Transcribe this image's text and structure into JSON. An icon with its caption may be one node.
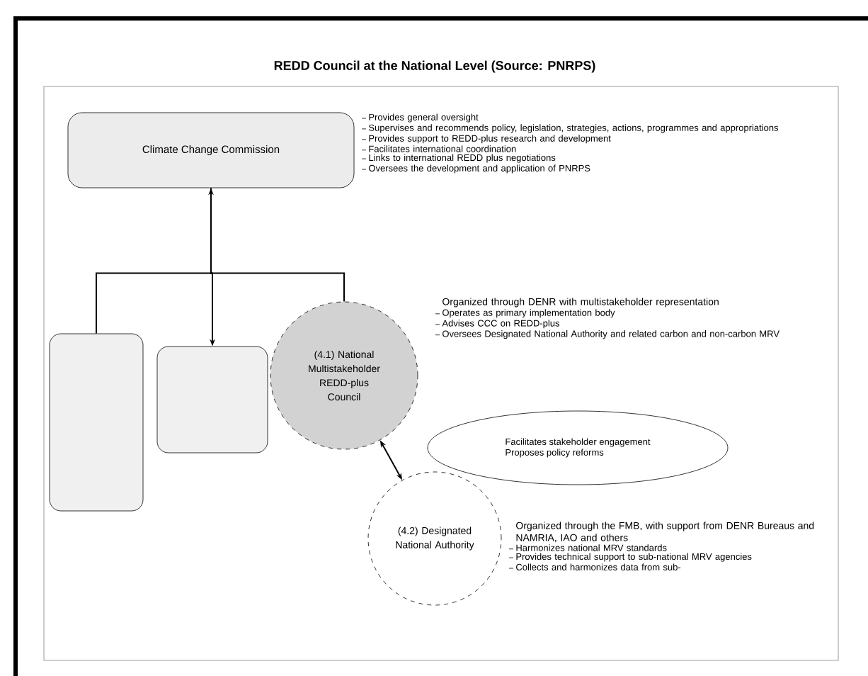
{
  "diagram": {
    "title": "REDD Council at the National Level (Source: PNRPS)",
    "nodes": [
      {
        "text": [
          "Climate Change Commission"
        ],
        "beside": [
          "Provides general oversight",
          "Supervises and recommends policy, legislation, strategies, actions, programmes and appropriations",
          "Provides support to REDD-plus research and development",
          "Facilitates international coordination",
          "Links to international REDD plus negotiations",
          "Oversees the development and application of PNRPS"
        ]
      },
      {
        "text": [],
        "shape": "box"
      },
      {
        "text": [],
        "shape": "box"
      },
      {
        "text": [
          "(4.1) National Multistakeholder REDD-plus Council"
        ],
        "beside": [
          "Organized through DENR with multistakeholder representation",
          "Operates as primary implementation body",
          "Advises CCC on REDD-plus",
          "Oversees Designated National Authority and related carbon and non-carbon MRV"
        ]
      },
      {
        "text": [
          "(4.2) Designated National Authority"
        ],
        "beside": [
          "Organized through the FMB, with support from DENR Bureaus and NAMRIA, IAO and others",
          "Harmonizes national MRV standards",
          "Provides technical support to sub-national MRV agencies",
          "Collects and harmonizes data from sub-"
        ]
      },
      {
        "text": [
          "Facilitates stakeholder engagement",
          "Proposes policy reforms"
        ]
      }
    ],
    "edges": [
      {
        "from": 0,
        "to": 1,
        "arrow": "none"
      },
      {
        "from": 0,
        "to": 2,
        "arrow": "both"
      },
      {
        "from": 0,
        "to": 3,
        "arrow": "none"
      },
      {
        "from": 3,
        "to": 4,
        "arrow": "both"
      }
    ]
  }
}
